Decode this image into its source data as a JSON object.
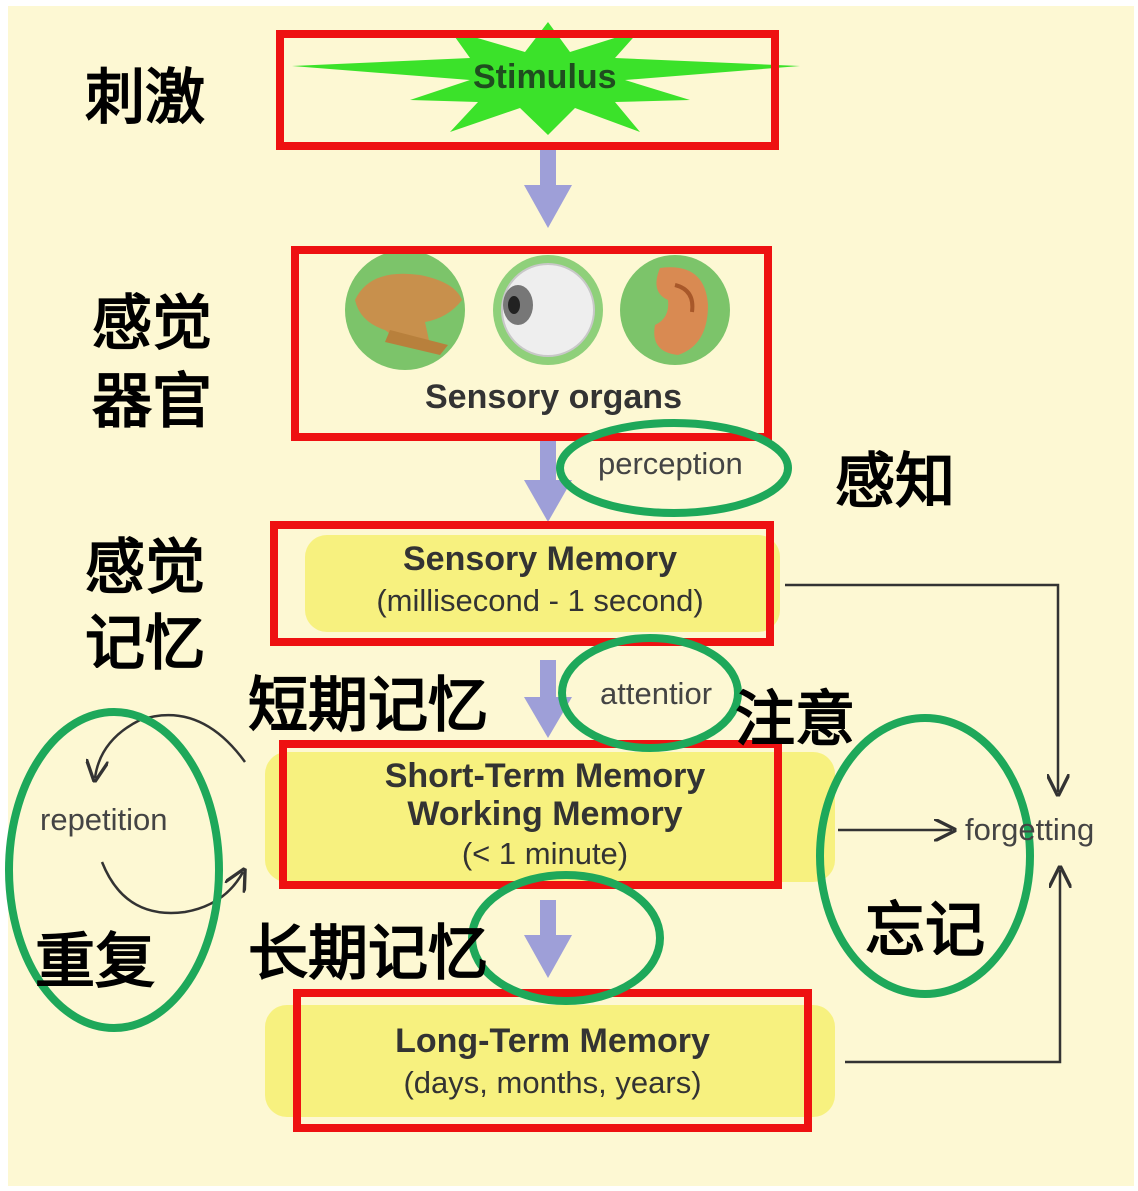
{
  "stimulus": {
    "label": "Stimulus",
    "cn": "刺激"
  },
  "sensory_organs": {
    "label": "Sensory organs",
    "cn": [
      "感觉",
      "器官"
    ]
  },
  "perception": {
    "label": "perception",
    "cn": "感知"
  },
  "sensory_memory": {
    "title": "Sensory Memory",
    "duration": "(millisecond - 1 second)",
    "cn": [
      "感觉",
      "记忆"
    ]
  },
  "attention": {
    "label": "attentior",
    "cn": "注意"
  },
  "short_term": {
    "title1": "Short-Term Memory",
    "title2": "Working Memory",
    "duration": "(< 1 minute)",
    "cn": "短期记忆"
  },
  "repetition": {
    "label": "repetition",
    "cn": "重复"
  },
  "forgetting": {
    "label": "forgetting",
    "cn": "忘记"
  },
  "long_term": {
    "title": "Long-Term Memory",
    "duration": "(days, months, years)",
    "cn": "长期记忆"
  },
  "colors": {
    "background": "#fdf8d3",
    "box_outline": "#ee1111",
    "ellipse": "#1ea85a",
    "pill": "#f7f17f",
    "arrow": "#9e9fd8",
    "star": "#33ee22"
  },
  "icons": [
    "hand-icon",
    "eye-icon",
    "ear-icon"
  ]
}
